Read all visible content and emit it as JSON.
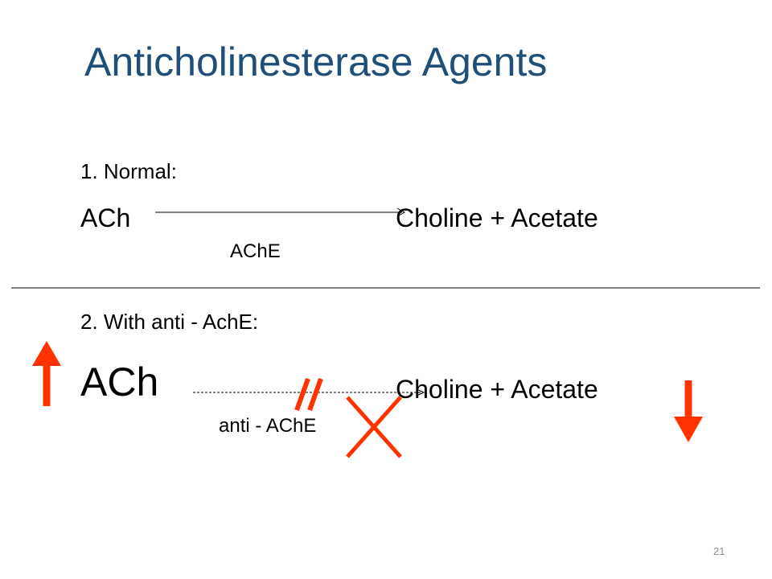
{
  "title": "Anticholinesterase Agents",
  "normal": {
    "heading": "1. Normal:",
    "reactant": "ACh",
    "product": "Choline + Acetate",
    "enzyme": "AChE"
  },
  "with_inhibitor": {
    "heading": "2. With anti - AchE:",
    "reactant": "ACh",
    "product": "Choline + Acetate",
    "enzyme": "anti - AChE"
  },
  "page_number": "21",
  "colors": {
    "title": "#1f4e79",
    "accent_red": "#ff3300",
    "page_number": "#8c8c8c"
  },
  "icons": {
    "increase": "arrow-up-icon",
    "decrease": "arrow-down-icon",
    "blocked": "cross-mark-icon",
    "inhibited": "double-slash-icon"
  }
}
